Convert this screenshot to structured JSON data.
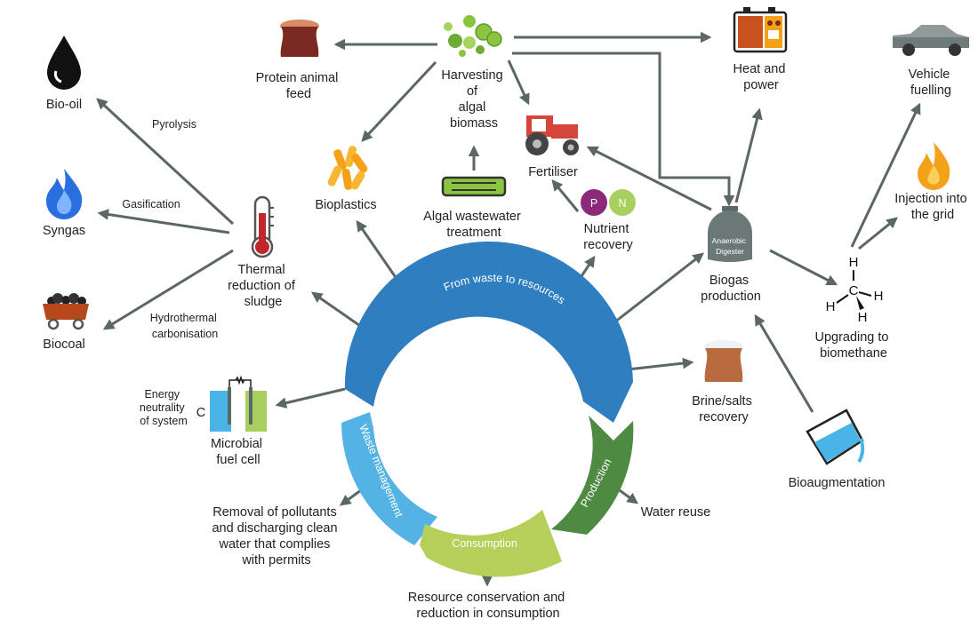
{
  "colors": {
    "arrow": "#5b6764",
    "ring_dark_blue": "#2f7ebf",
    "ring_light_blue": "#54b3e4",
    "ring_light_green": "#b6cf5a",
    "ring_dark_green": "#4f8a43",
    "sack_brown": "#b96a3e",
    "phosphorus": "#8b2a7a",
    "nitrogen": "#a9cf5e",
    "tractor_red": "#d6453a",
    "flame_orange": "#f4a11a",
    "flame_blue": "#2a6ee0"
  },
  "ring": {
    "from_waste": "From waste to resources",
    "waste_management": "Waste management",
    "consumption": "Consumption",
    "production": "Production"
  },
  "nodes": {
    "bio_oil": "Bio-oil",
    "syngas": "Syngas",
    "biocoal": "Biocoal",
    "pyrolysis": "Pyrolysis",
    "gasification": "Gasification",
    "hydrothermal": [
      "Hydrothermal",
      "carbonisation"
    ],
    "thermal": [
      "Thermal",
      "reduction of",
      "sludge"
    ],
    "protein": [
      "Protein animal",
      "feed"
    ],
    "harvesting": [
      "Harvesting",
      "of",
      "algal",
      "biomass"
    ],
    "bioplastics": "Bioplastics",
    "algal_treatment": [
      "Algal wastewater",
      "treatment"
    ],
    "fertiliser": "Fertiliser",
    "nutrient": [
      "Nutrient",
      "recovery"
    ],
    "nutrient_p": "P",
    "nutrient_n": "N",
    "heat_power": [
      "Heat and",
      "power"
    ],
    "vehicle": [
      "Vehicle",
      "fuelling"
    ],
    "injection": [
      "Injection into",
      "the grid"
    ],
    "digester": [
      "Anaerobic",
      "Digester"
    ],
    "biogas": [
      "Biogas",
      "production"
    ],
    "upgrading": [
      "Upgrading to",
      "biomethane"
    ],
    "methane_c": "C",
    "methane_h": "H",
    "brine": [
      "Brine/salts",
      "recovery"
    ],
    "bioaugmentation": "Bioaugmentation",
    "energy_neutrality": [
      "Energy",
      "neutrality",
      "of system"
    ],
    "energy_symbol": "C",
    "microbial": [
      "Microbial",
      "fuel cell"
    ],
    "removal": [
      "Removal of pollutants",
      "and discharging clean",
      "water that complies",
      "with permits"
    ],
    "water_reuse": "Water reuse",
    "conservation": [
      "Resource conservation and",
      "reduction in consumption"
    ]
  }
}
